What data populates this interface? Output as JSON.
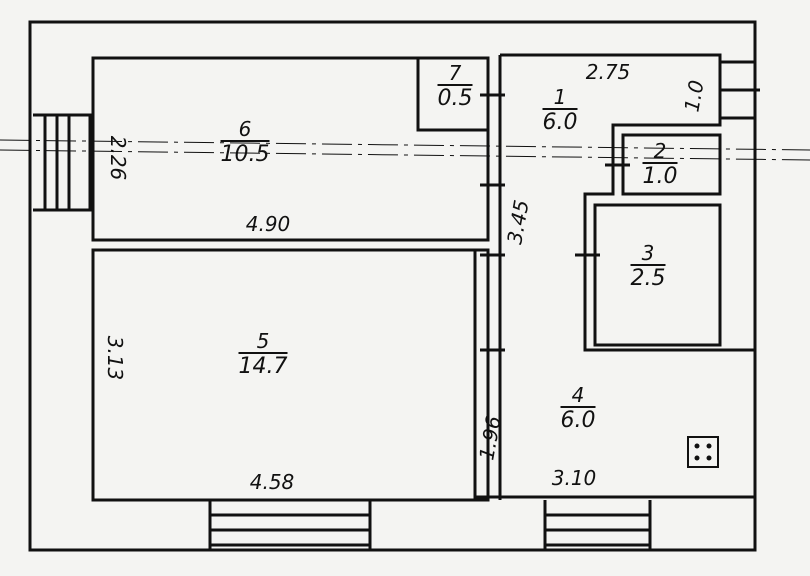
{
  "rooms": [
    {
      "number": "1",
      "area": "6.0"
    },
    {
      "number": "2",
      "area": "1.0"
    },
    {
      "number": "3",
      "area": "2.5"
    },
    {
      "number": "4",
      "area": "6.0"
    },
    {
      "number": "5",
      "area": "14.7"
    },
    {
      "number": "6",
      "area": "10.5"
    },
    {
      "number": "7",
      "area": "0.5"
    }
  ],
  "dimensions": {
    "room1_width": "2.75",
    "room1_depth": "1.0",
    "room6_height": "2.26",
    "room6_width": "4.90",
    "corridor_length": "3.45",
    "room5_height": "3.13",
    "room5_width": "4.58",
    "room4_height": "1.96",
    "room4_width": "3.10"
  }
}
